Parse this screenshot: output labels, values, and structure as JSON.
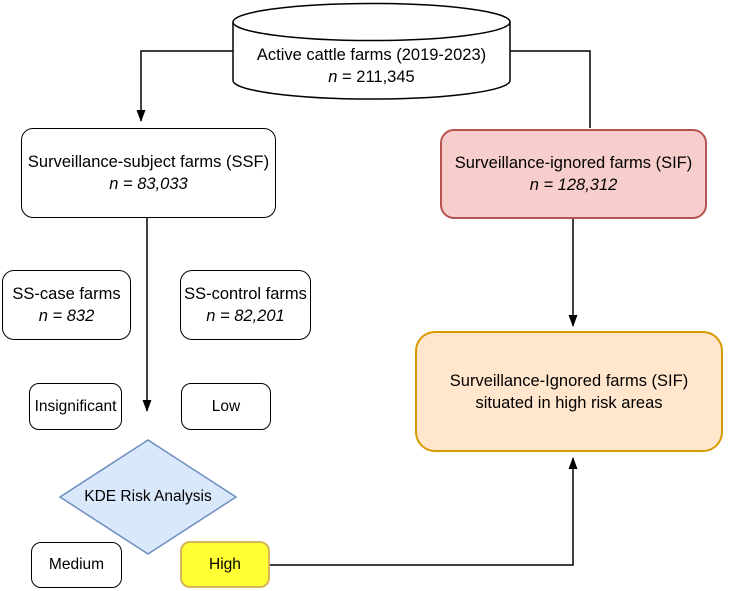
{
  "nodes": {
    "database": {
      "label": "Active cattle farms (2019-2023)",
      "n_prefix": "n",
      "n_suffix": " = 211,345"
    },
    "ssf": {
      "label": "Surveillance-subject farms (SSF)",
      "n": "n = 83,033"
    },
    "sif": {
      "label": "Surveillance-ignored farms (SIF)",
      "n": "n = 128,312"
    },
    "ss_case": {
      "label": "SS-case farms",
      "n": "n = 832"
    },
    "ss_control": {
      "label": "SS-control farms",
      "n": "n = 82,201"
    },
    "insignificant": {
      "label": "Insignificant"
    },
    "low": {
      "label": "Low"
    },
    "kde": {
      "label": "KDE Risk Analysis"
    },
    "medium": {
      "label": "Medium"
    },
    "high": {
      "label": "High"
    },
    "sif_high_risk": {
      "label": "Surveillance-Ignored farms (SIF) situated in high risk areas"
    }
  },
  "colors": {
    "sif_fill": "#f8cecc",
    "sif_stroke": "#b85450",
    "sif_high_risk_fill": "#ffe6cc",
    "sif_high_risk_stroke": "#d79b00",
    "kde_fill": "#dae8fc",
    "kde_stroke": "#6c8ebf",
    "high_fill": "#ffff33",
    "high_stroke": "#d6b656",
    "line": "#000000",
    "background": "#ffffff"
  }
}
